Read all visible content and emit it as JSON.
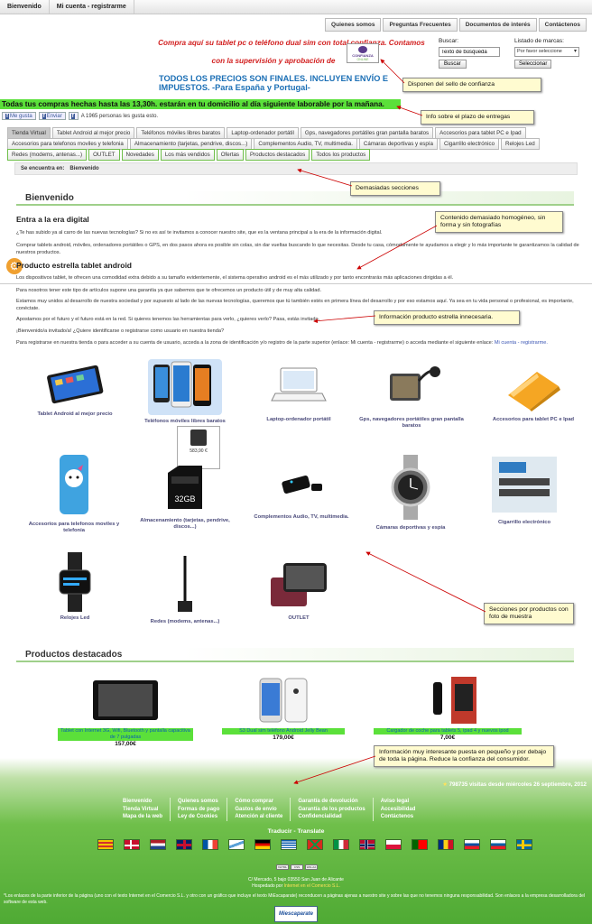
{
  "topbar": {
    "welcome": "Bienvenido",
    "account": "Mi cuenta - registrarme"
  },
  "toplinks": [
    "Quienes somos",
    "Preguntas Frecuentes",
    "Documentos de interés",
    "Contáctenos"
  ],
  "promo": {
    "line1": "Compra aquí su tablet pc o teléfono dual sim con total confianza. Contamos",
    "line2": "con la supervisión y aprobación de",
    "seal_text": "CONFIANZA",
    "seal_sub": "ONLINE",
    "line3": "TODOS LOS PRECIOS SON FINALES. INCLUYEN ENVÍO E IMPUESTOS. -Para España y Portugal-"
  },
  "search": {
    "label": "Buscar:",
    "value": "Texto de búsqueda",
    "button": "Buscar"
  },
  "brands": {
    "label": "Listado de marcas:",
    "selected": "Por favor seleccione",
    "button": "Seleccionar"
  },
  "delivery": "Todas tus compras hechas hasta las 13,30h. estarán en tu domicilio al día siguiente laborable por la mañana.",
  "social": {
    "like": "Me gusta",
    "send": "Enviar",
    "count": "A 1965 personas les gusta esto."
  },
  "nav": {
    "row1": [
      "Tienda Virtual",
      "Tablet Android al mejor precio",
      "Teléfonos móviles libres baratos",
      "Laptop-ordenador portátil",
      "Gps, navegadores portátiles gran pantalla baratos",
      "Accesorios para tablet PC e Ipad"
    ],
    "row2": [
      "Accesorios para telefonos moviles y telefonia",
      "Almacenamiento (tarjetas, pendrive, discos...)",
      "Complementos Audio, TV, multimedia.",
      "Cámaras deportivas y espía",
      "Cigarrillo electrónico",
      "Relojes Led"
    ],
    "row3": [
      "Redes (modems, antenas...)",
      "OUTLET",
      "Novedades",
      "Los más vendidos",
      "Ofertas",
      "Productos destacados",
      "Todos los productos"
    ]
  },
  "breadcrumb": {
    "label": "Se encuentra en:",
    "current": "Bienvenido"
  },
  "welcome": {
    "title": "Bienvenido",
    "h1": "Entra a la era digital",
    "p1": "¿Te has subido ya al carro de las nuevas tecnologías? Si no es así te invitamos a conocer nuestro site, que es la ventana principal a la era de la información digital.",
    "p2": "Comprar tablets android, móviles, ordenadores portátiles o GPS, en dos pasos ahora es posible sin colas, sin dar vueltas buscando lo que necesitas. Desde tu casa, cómodamente te ayudamos a elegir y lo más importante te garantizamos la calidad de nuestros productos.",
    "h2": "Producto estrella tablet android",
    "p3": "Los dispositivos tablet, te ofrecen una comodidad extra debido a su tamaño evidentemente, el sistema operativo android es el más utilizado y por tanto encontrarás más aplicaciones dirigidas a él.",
    "p4": "Para nosotros tener este tipo de artículos supone una garantía ya que sabemos que te ofrecemos un producto útil y de muy alta calidad.",
    "p5": "Estamos muy unidos al desarrollo de nuestra sociedad y por supuesto al lado de las nuevas tecnologías, queremos que tú también estés en primera línea del desarrollo y por eso estamos aquí. Ya sea en tu vida personal o profesional, es importante, conéctate.",
    "p6": "Apostamos por el futuro y el futuro está en la red. Si quieres tenemos las herramientas para verlo, ¿quieres verlo? Pasa, estás invitado.",
    "p7": "¡Bienvenido/a invitado/a! ¿Quiere identificarse o registrarse como usuario en nuestra tienda?",
    "p8": "Para registrarse en nuestra tienda o para acceder a su cuenta de usuario, acceda a la zona de identificación y/o registro de la parte superior (enlace: Mi cuenta - registrarme) o acceda mediante el siguiente enlace:",
    "p8_link": "Mi cuenta - registrarme."
  },
  "categories": [
    "Tablet Android al mejor precio",
    "Teléfonos móviles libres baratos",
    "Laptop-ordenador portátil",
    "Gps, navegadores portátiles gran pantalla baratos",
    "Accesorios para tablet PC e Ipad",
    "Accesorios para telefonos moviles y telefonia",
    "Almacenamiento (tarjetas, pendrive, discos...)",
    "Complementos Audio, TV, multimedia.",
    "Cámaras deportivas y espía",
    "Cigarrillo electrónico",
    "Relojes Led",
    "Redes (modems, antenas...)",
    "OUTLET"
  ],
  "phone_popup_price": "583,90 €",
  "memory_card": "32GB",
  "featured": {
    "title": "Productos destacados",
    "items": [
      {
        "name": "Tablet con Internet 3G, Wifi, Bluetooth y pantalla capacitiva de 7 pulgadas",
        "price": "157,00€"
      },
      {
        "name": "S3 Dual sim teléfono Android Jelly Bean",
        "price": "179,00€"
      },
      {
        "name": "Cargador de coche para tablets 5, ipad 4 y nuevos ipod",
        "price": "7,00€"
      }
    ]
  },
  "callouts": {
    "seal": "Disponen del sello de confianza",
    "delivery": "Info sobre el plazo de entregas",
    "sections": "Demasiadas secciones",
    "content": "Contenido demasiado homogéneo, sin forma y sin fotografías",
    "star": "Información producto estrella innecesaria.",
    "products": "Secciones por productos con foto de muestra",
    "footer": "Información muy interesante puesta en pequeño y por debajo de toda la página. Reduce la confianza del consumidor."
  },
  "footer": {
    "visits": "798735 visitas desde miércoles 26 septiembre, 2012",
    "col1": [
      "Bienvenido",
      "Tienda Virtual",
      "Mapa de la web"
    ],
    "col2": [
      "Quienes somos",
      "Formas de pago",
      "Ley de Cookies"
    ],
    "col3": [
      "Cómo comprar",
      "Gastos de envío",
      "Atención al cliente"
    ],
    "col4": [
      "Garantía de devolución",
      "Garantía de los productos",
      "Confidencialidad"
    ],
    "col5": [
      "Aviso legal",
      "Accesibilidad",
      "Contáctenos"
    ],
    "translate": "Traducir - Translate",
    "address": "C/ Mercado, 5 bajo 03550 San Juan de Alicante",
    "hosted": "Hospedado por",
    "hosted_link": "Internet en el Comercio S.L.",
    "legal": "*Los enlaces de la parte inferior de la página (uno con el texto Internet en el Comercio S.L. y otro con un gráfico que incluye el texto MiEscaparate) reconducen a páginas ajenas a nuestro site y sobre las que no tenemos ninguna responsabilidad. Son enlaces a la empresa desarrolladora del software de esta web.",
    "badges": [
      "XHTML",
      "CSS",
      "WAI-AA"
    ],
    "logo": "Miescaparate"
  },
  "colors": {
    "green": "#5be03a",
    "promo_red": "#d21f1f",
    "promo_blue": "#1b6fb5",
    "footer_green": "#4faa34"
  }
}
